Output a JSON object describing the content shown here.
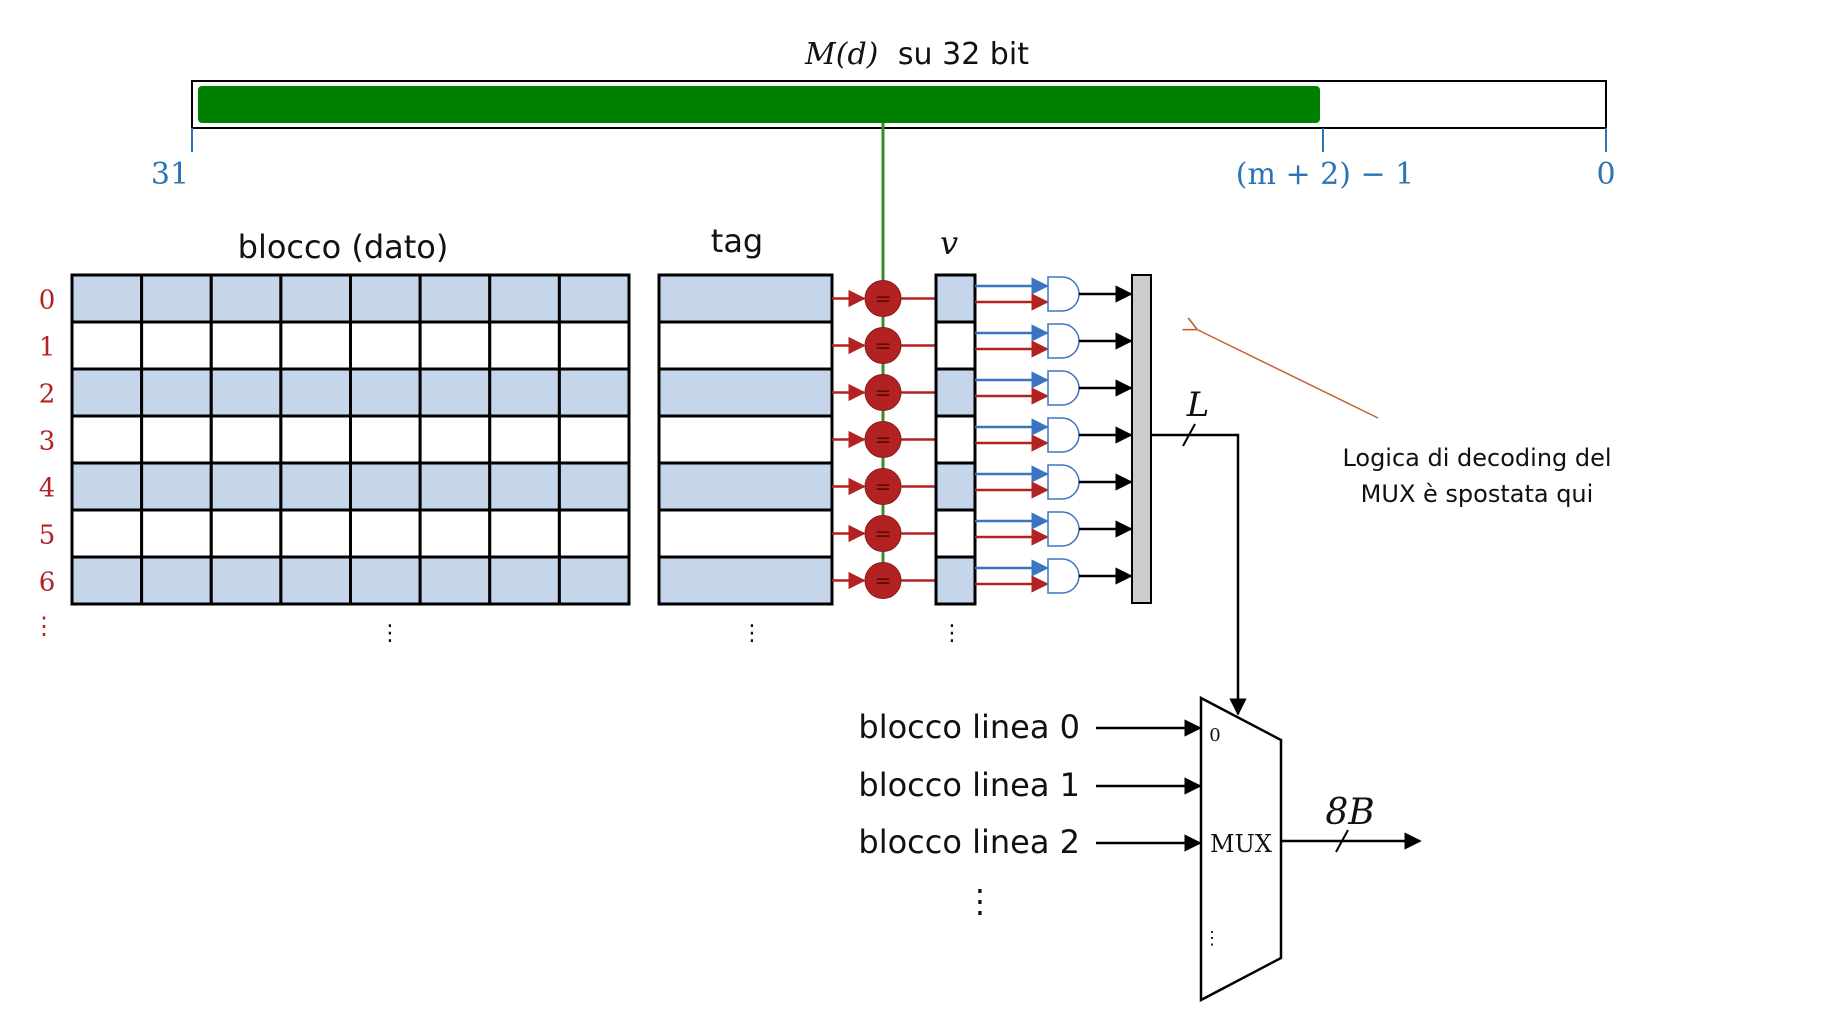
{
  "top_bar": {
    "title_math": "M(d)",
    "title_suffix": "su 32 bit",
    "bit_high": "31",
    "bit_mid": "(m + 2) − 1",
    "bit_low": "0",
    "fill_fraction": 0.8
  },
  "headers": {
    "block": "blocco (dato)",
    "tag": "tag",
    "valid": "v"
  },
  "rows": {
    "labels": [
      "0",
      "1",
      "2",
      "3",
      "4",
      "5",
      "6"
    ],
    "more": "⋮",
    "cols_per_block": 8,
    "comparator_symbol": "="
  },
  "bus": {
    "width_label": "L"
  },
  "annotation": {
    "line1": "Logica di decoding del",
    "line2": "MUX è spostata qui"
  },
  "mux": {
    "label": "MUX",
    "first_input": "0",
    "input_dots": "⋮",
    "inputs": [
      "blocco linea 0",
      "blocco linea 1",
      "blocco linea 2"
    ],
    "inputs_more": "⋮",
    "output_width": "8B"
  },
  "colors": {
    "green": "#008000",
    "blue_fill": "#c5d5ea",
    "red": "#b22222",
    "line_blue": "#3a75c4",
    "label_blue": "#2b74b5",
    "label_red": "#b22222",
    "orange": "#c0622d",
    "gray": "#cccccc"
  }
}
